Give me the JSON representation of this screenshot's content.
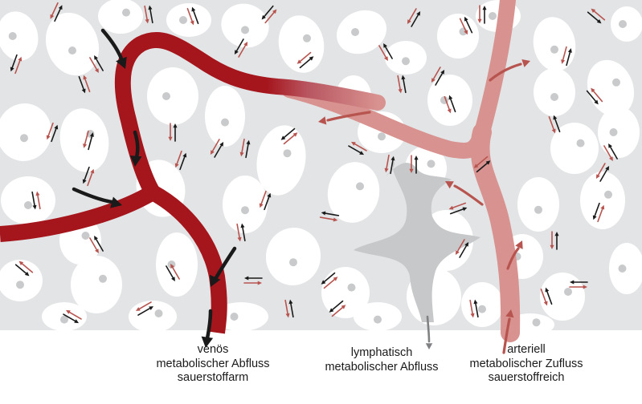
{
  "colors": {
    "tissue_background": "#e3e4e5",
    "cell": "#ffffff",
    "nucleus": "#c9cacb",
    "vein": "#a5151c",
    "artery": "#d8928f",
    "lymph_vessel": "#c7c8c9",
    "arrow_dark": "#1a1a1a",
    "arrow_red": "#b8544f",
    "lymph_arrow": "#7f8183",
    "text": "#1a1a1a"
  },
  "labels": {
    "venous": {
      "line1": "venös",
      "line2": "metabolischer Abfluss",
      "line3": "sauerstoffarm"
    },
    "lymphatic": {
      "line1": "lymphatisch",
      "line2": "metabolischer Abfluss"
    },
    "arterial": {
      "line1": "arteriell",
      "line2": "metabolischer Zufluss",
      "line3": "sauerstoffreich"
    }
  }
}
